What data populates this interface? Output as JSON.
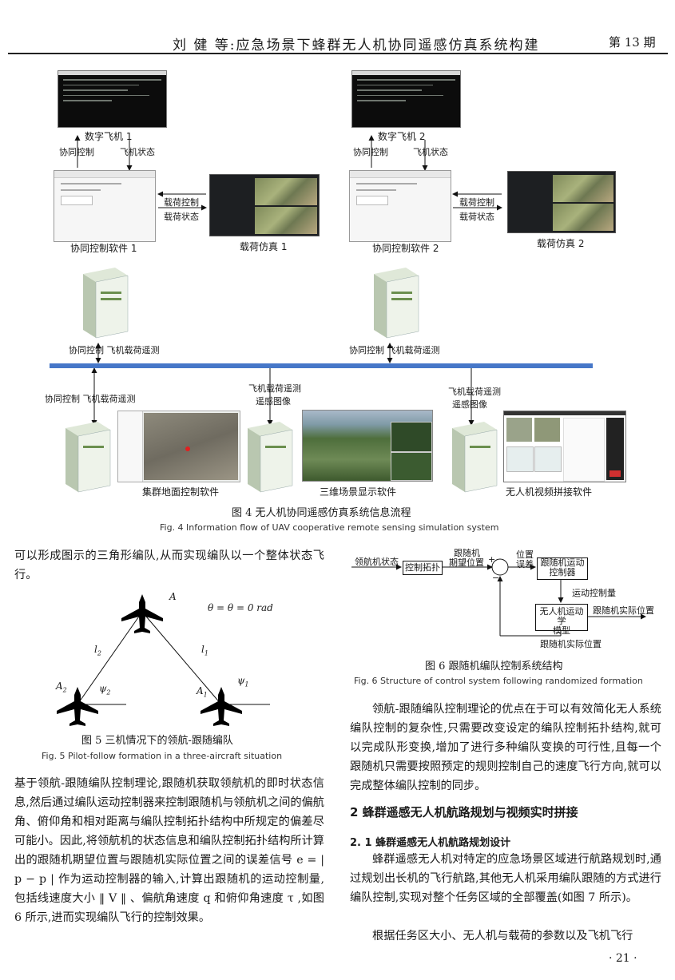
{
  "header": {
    "title": "刘  健 等:应急场景下蜂群无人机协同遥感仿真系统构建",
    "issue": "第 13 期"
  },
  "fig4": {
    "digital_uav_1": "数字飞机 1",
    "digital_uav_2": "数字飞机 2",
    "coop_ctrl": "协同控制",
    "uav_state": "飞机状态",
    "payload_ctrl": "载荷控制",
    "payload_state": "载荷状态",
    "coop_sw_1": "协同控制软件 1",
    "coop_sw_2": "协同控制软件 2",
    "payload_sim_1": "载荷仿真 1",
    "payload_sim_2": "载荷仿真 2",
    "telemetry_left": "协同控制 飞机载荷遥测",
    "telemetry_right": "协同控制 飞机载荷遥测",
    "bottom_telemetry_1": "协同控制 飞机载荷遥测",
    "bottom_telemetry_2a": "飞机载荷遥测",
    "bottom_telemetry_2b": "遥感图像",
    "bottom_telemetry_3a": "飞机载荷遥测",
    "bottom_telemetry_3b": "遥感图像",
    "ground_sw": "集群地面控制软件",
    "scene_sw": "三维场景显示软件",
    "mosaic_sw": "无人机视频拼接软件",
    "caption_cn": "图 4   无人机协同遥感仿真系统信息流程",
    "caption_en": "Fig. 4   Information flow of UAV cooperative remote sensing simulation system"
  },
  "left_col": {
    "para1": "可以形成图示的三角形编队,从而实现编队以一个整体状态飞行。",
    "fig5": {
      "A": "A",
      "A2": "A",
      "A2_sub": "2",
      "A1": "A",
      "A1_sub": "1",
      "l2": "l",
      "l2_sub": "2",
      "l1": "l",
      "l1_sub": "1",
      "psi2": "ψ",
      "psi2_sub": "2",
      "psi1": "ψ",
      "psi1_sub": "1",
      "angles": "θ  = θ  = 0 rad",
      "caption_cn": "图 5   三机情况下的领航-跟随编队",
      "caption_en": "Fig. 5   Pilot-follow formation in a three-aircraft situation"
    },
    "para2": "基于领航-跟随编队控制理论,跟随机获取领航机的即时状态信息,然后通过编队运动控制器来控制跟随机与领航机之间的偏航角、俯仰角和相对距离与编队控制拓扑结构中所规定的偏差尽可能小。因此,将领航机的状态信息和编队控制拓扑结构所计算出的跟随机期望位置与跟随机实际位置之间的误差信号 e = | p  − p  | 作为运动控制器的输入,计算出跟随机的运动控制量,包括线速度大小 ‖ V ‖ 、偏航角速度 q 和俯仰角速度 τ ,如图 6 所示,进而实现编队飞行的控制效果。"
  },
  "right_col": {
    "fig6": {
      "leader_state": "领航机状态",
      "control_topo": "控制拓扑",
      "follower_expected_a": "跟随机",
      "follower_expected_b": "期望位置",
      "plus": "+",
      "minus": "−",
      "pos_error_a": "位置",
      "pos_error_b": "误差",
      "controller_a": "跟随机运动",
      "controller_b": "控制器",
      "motion_qty": "运动控制量",
      "kinematic_a": "无人机运动学",
      "kinematic_b": "模型",
      "actual_pos_right": "跟随机实际位置",
      "actual_pos_bottom": "跟随机实际位置",
      "caption_cn": "图 6   跟随机编队控制系统结构",
      "caption_en": "Fig. 6   Structure of control system following randomized formation"
    },
    "para1": "领航-跟随编队控制理论的优点在于可以有效简化无人系统编队控制的复杂性,只需要改变设定的编队控制拓扑结构,就可以完成队形变换,增加了进行多种编队变换的可行性,且每一个跟随机只需要按照预定的规则控制自己的速度飞行方向,就可以完成整体编队控制的同步。",
    "sec2": "2   蜂群遥感无人机航路规划与视频实时拼接",
    "sec21": "2. 1   蜂群遥感无人机航路规划设计",
    "para2": "蜂群遥感无人机对特定的应急场景区域进行航路规划时,通过规划出长机的飞行航路,其他无人机采用编队跟随的方式进行编队控制,实现对整个任务区域的全部覆盖(如图 7 所示)。",
    "para3": "根据任务区大小、无人机与载荷的参数以及飞机飞行"
  },
  "page_number": "· 21 ·"
}
